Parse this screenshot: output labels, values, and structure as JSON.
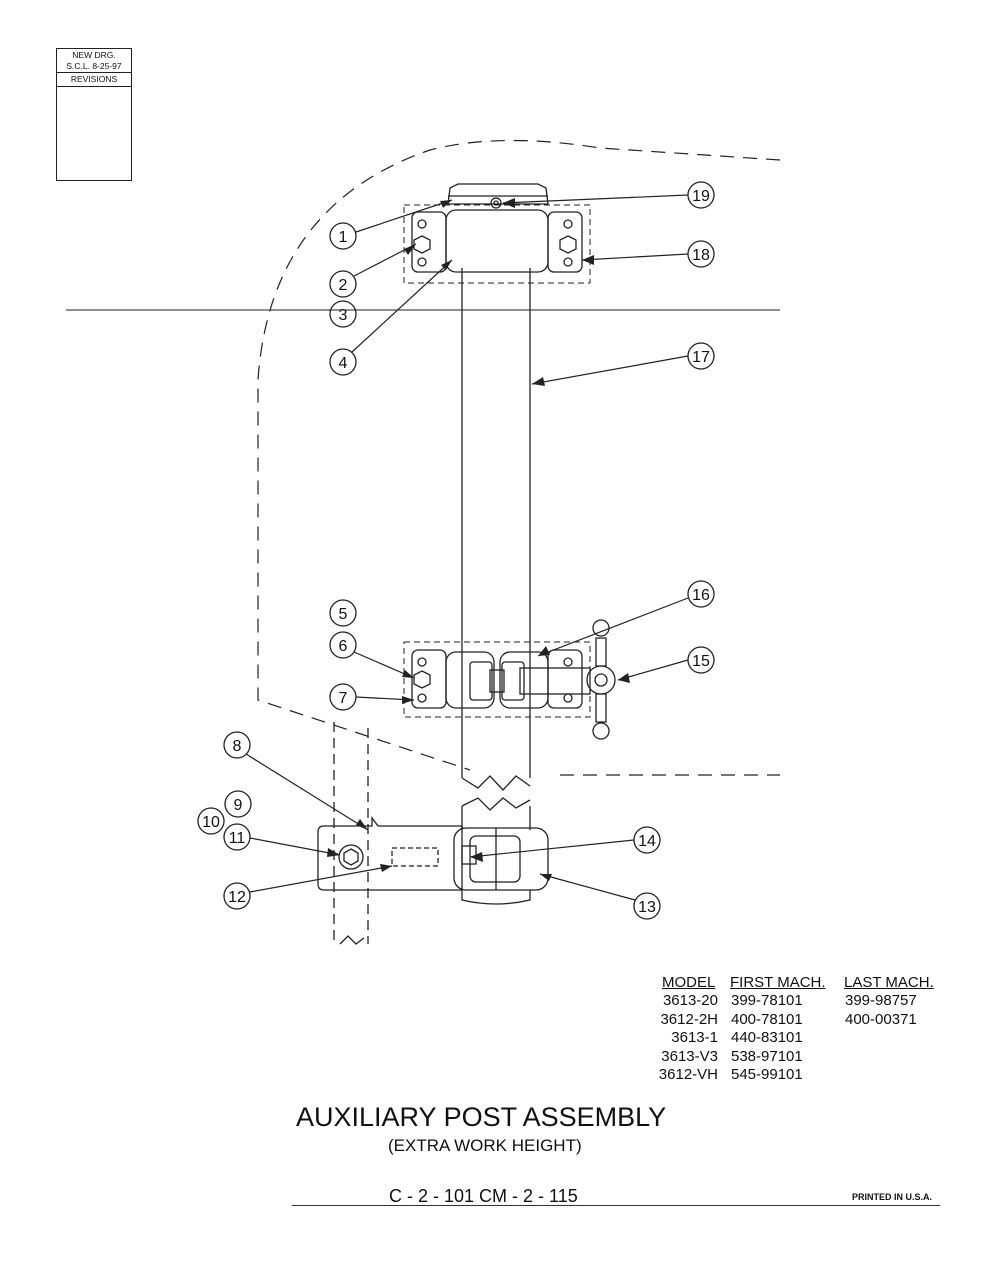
{
  "revision_block": {
    "new_drg": "NEW DRG.",
    "scl_date": "S.C.L.  8-25-97",
    "revisions_label": "REVISIONS"
  },
  "callouts": [
    "1",
    "2",
    "3",
    "4",
    "5",
    "6",
    "7",
    "8",
    "9",
    "10",
    "11",
    "12",
    "13",
    "14",
    "15",
    "16",
    "17",
    "18",
    "19"
  ],
  "model_table": {
    "headers": [
      "MODEL",
      "FIRST MACH.",
      "LAST MACH."
    ],
    "models": [
      "3613-20",
      "3612-2H",
      "3613-1",
      "3613-V3",
      "3612-VH"
    ],
    "first_mach": [
      "399-78101",
      "400-78101",
      "440-83101",
      "538-97101",
      "545-99101"
    ],
    "last_mach": [
      "399-98757",
      "400-00371"
    ]
  },
  "title": "AUXILIARY POST ASSEMBLY",
  "subtitle": "(EXTRA WORK HEIGHT)",
  "drawing_number": "C - 2 - 101    CM - 2 - 115",
  "printed": "PRINTED IN U.S.A.",
  "colors": {
    "line": "#222222",
    "paper": "#ffffff"
  }
}
